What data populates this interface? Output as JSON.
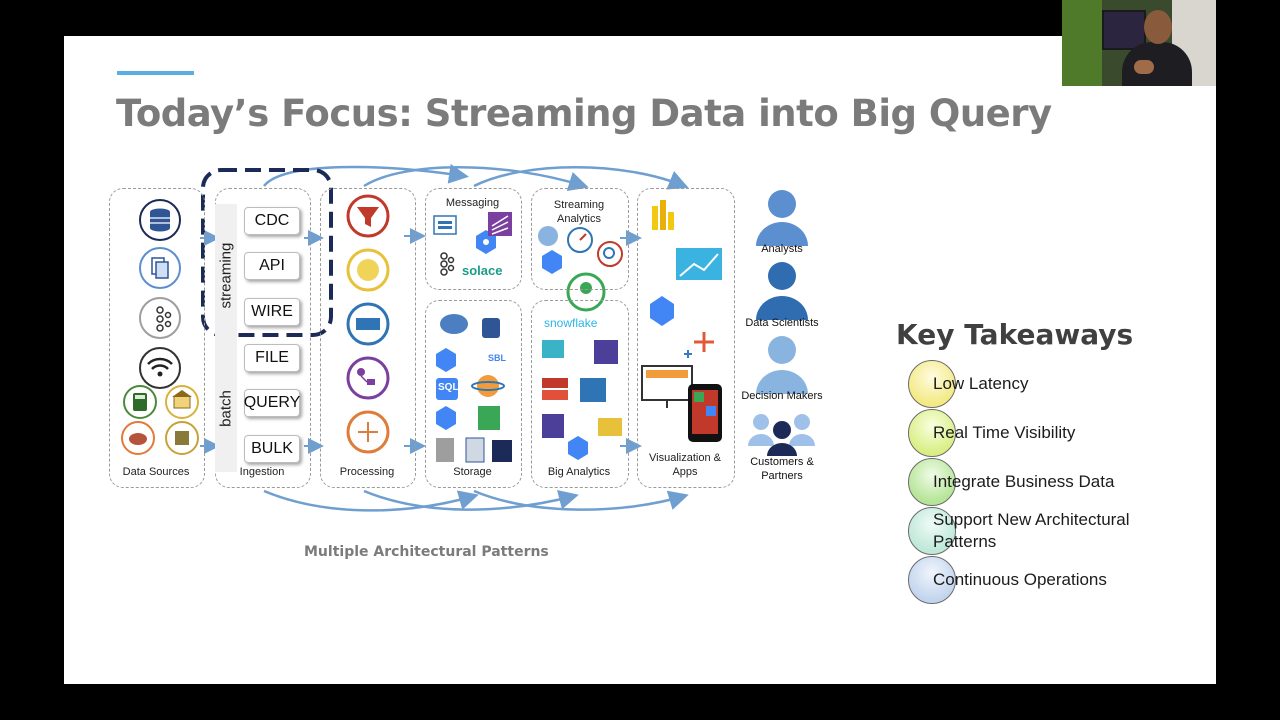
{
  "slide": {
    "title": "Today’s Focus: Streaming Data into Big Query",
    "caption": "Multiple Architectural Patterns"
  },
  "diagram": {
    "stages": {
      "data_sources": "Data Sources",
      "ingestion": "Ingestion",
      "processing": "Processing",
      "messaging": "Messaging",
      "streaming_analytics": "Streaming Analytics",
      "storage": "Storage",
      "big_analytics": "Big Analytics",
      "visualization": "Visualization & Apps"
    },
    "ingestion_groups": {
      "streaming": "streaming",
      "batch": "batch"
    },
    "ingestion_modes": [
      "CDC",
      "API",
      "WIRE",
      "FILE",
      "QUERY",
      "BULK"
    ],
    "vendor_labels": {
      "solace": "solace",
      "snowflake": "snowflake",
      "sql": "SQL",
      "sbl": "SBL"
    },
    "consumers": [
      "Analysts",
      "Data Scientists",
      "Decision Makers",
      "Customers & Partners"
    ]
  },
  "key_takeaways": {
    "title": "Key Takeaways",
    "items": [
      {
        "text": "Low Latency",
        "color": "#f3ea86"
      },
      {
        "text": "Real Time Visibility",
        "color": "#d9ef86"
      },
      {
        "text": "Integrate Business Data",
        "color": "#b6e597"
      },
      {
        "text": "Support New Architectural Patterns",
        "color": "#bfe8d9"
      },
      {
        "text": "Continuous Operations",
        "color": "#c3d5ee"
      }
    ]
  },
  "colors": {
    "accent": "#5aaee0",
    "title_gray": "#7b7b7b",
    "arrow_blue": "#6f9fd0",
    "streaming_box": "#1b2a56",
    "person_blue": "#5b8fd0"
  }
}
